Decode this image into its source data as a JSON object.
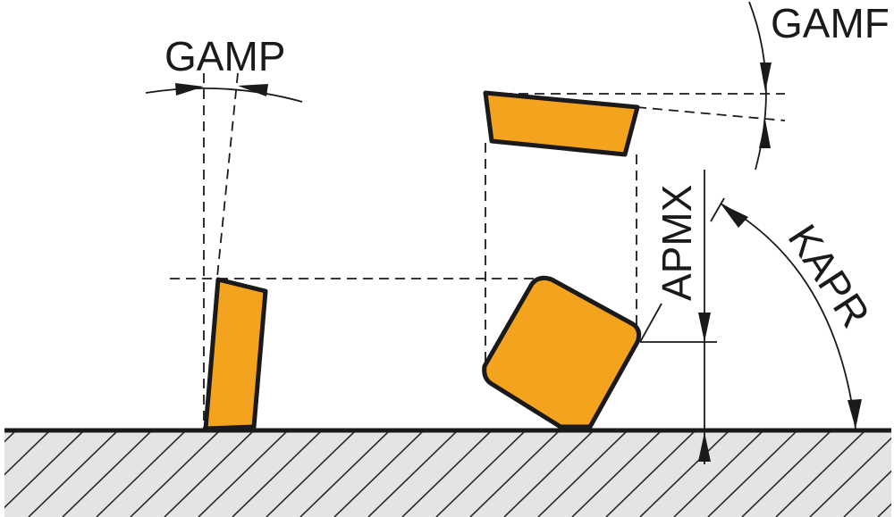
{
  "labels": {
    "gamp": "GAMP",
    "gamf": "GAMF",
    "apmx": "APMX",
    "kapr": "KAPR"
  },
  "colors": {
    "insert_fill": "#F4A31E",
    "outline": "#1a1a1a",
    "ground_fill": "#e4e4e4"
  }
}
